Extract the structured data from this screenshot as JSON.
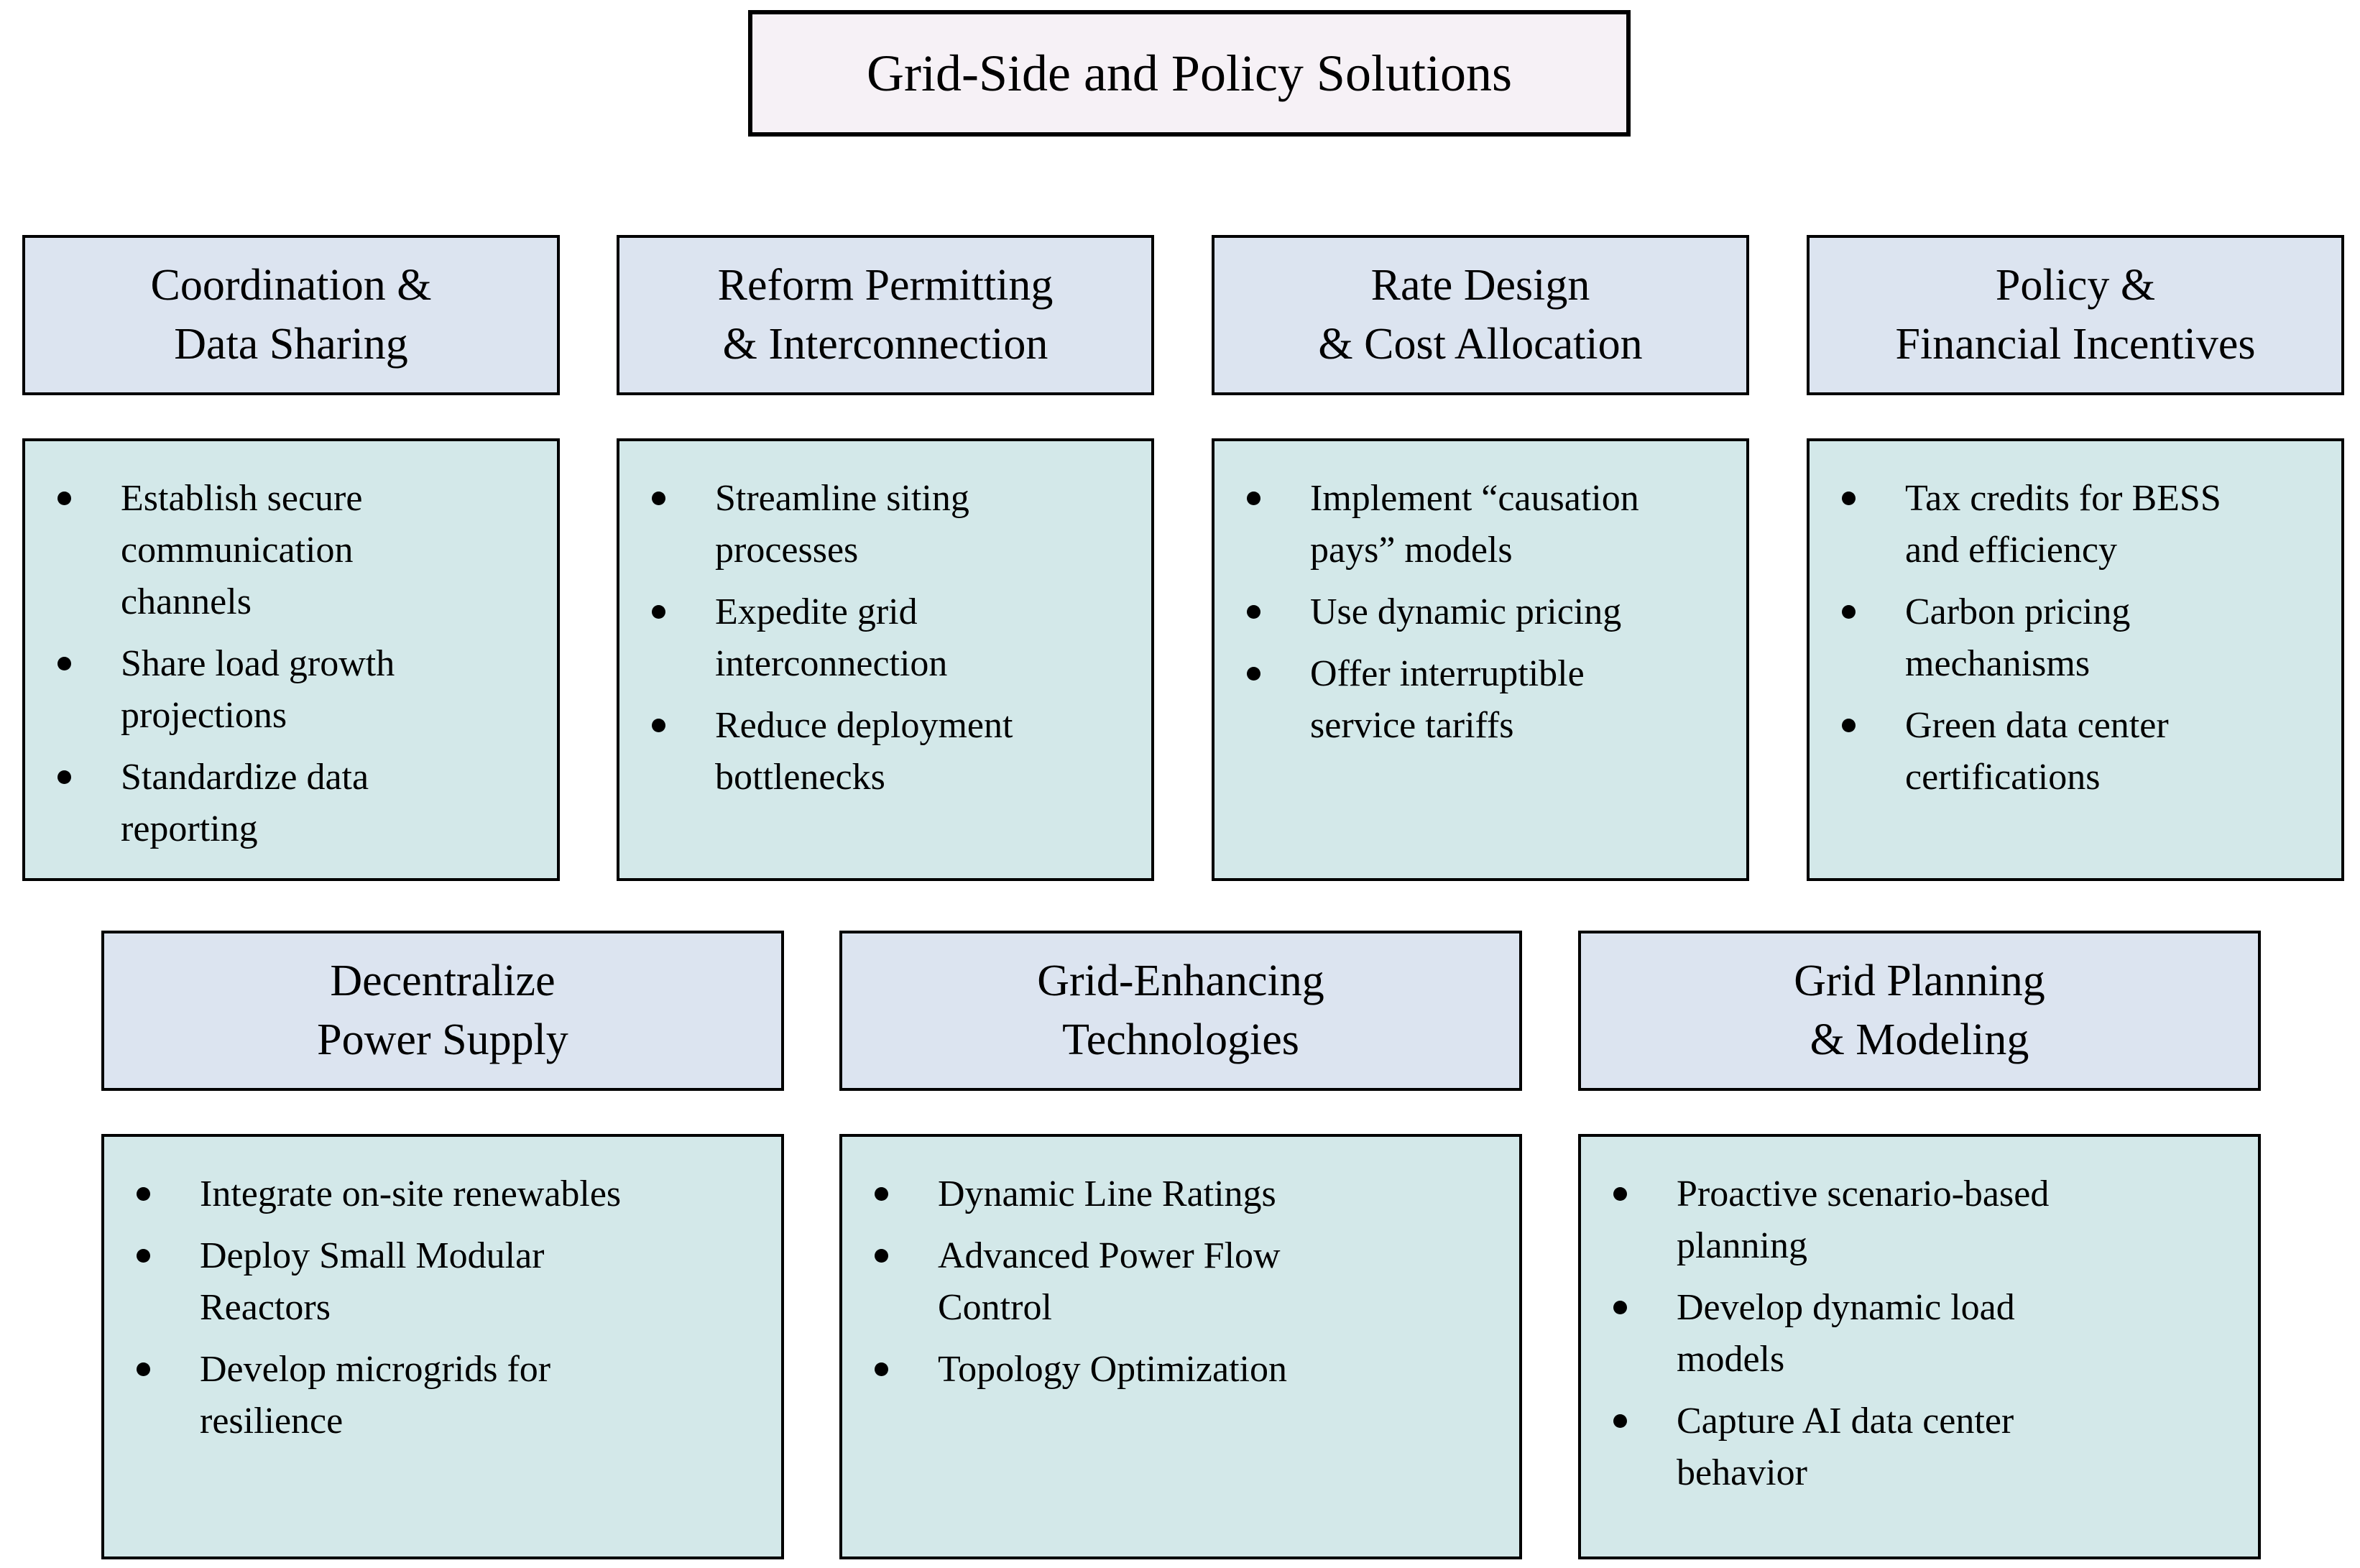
{
  "title": "Grid-Side and Policy Solutions",
  "colors": {
    "title_bg": "#f6f1f6",
    "header_bg": "#dce4f0",
    "content_bg": "#d3e8e9",
    "border": "#000000",
    "text": "#000000"
  },
  "sections": [
    {
      "id": "coordination-data-sharing",
      "title": "Coordination &\nData Sharing",
      "bullets": [
        "Establish secure\ncommunication\nchannels",
        "Share load growth\nprojections",
        "Standardize data\nreporting"
      ]
    },
    {
      "id": "reform-permitting-interconnection",
      "title": "Reform Permitting\n& Interconnection",
      "bullets": [
        "Streamline siting\nprocesses",
        "Expedite grid\ninterconnection",
        "Reduce deployment\nbottlenecks"
      ]
    },
    {
      "id": "rate-design-cost-allocation",
      "title": "Rate Design\n& Cost Allocation",
      "bullets": [
        "Implement “causation\npays” models",
        "Use dynamic pricing",
        "Offer interruptible\nservice tariffs"
      ]
    },
    {
      "id": "policy-financial-incentives",
      "title": "Policy &\nFinancial Incentives",
      "bullets": [
        "Tax credits for BESS\nand efficiency",
        "Carbon pricing\nmechanisms",
        "Green data center\ncertifications"
      ]
    },
    {
      "id": "decentralize-power-supply",
      "title": "Decentralize\nPower Supply",
      "bullets": [
        "Integrate on-site renewables",
        "Deploy Small Modular\nReactors",
        "Develop microgrids for\nresilience"
      ]
    },
    {
      "id": "grid-enhancing-technologies",
      "title": "Grid-Enhancing\nTechnologies",
      "bullets": [
        "Dynamic Line Ratings",
        "Advanced Power Flow\nControl",
        "Topology Optimization"
      ]
    },
    {
      "id": "grid-planning-modeling",
      "title": "Grid Planning\n& Modeling",
      "bullets": [
        "Proactive scenario-based\nplanning",
        "Develop dynamic load\nmodels",
        "Capture AI data center\nbehavior"
      ]
    }
  ]
}
